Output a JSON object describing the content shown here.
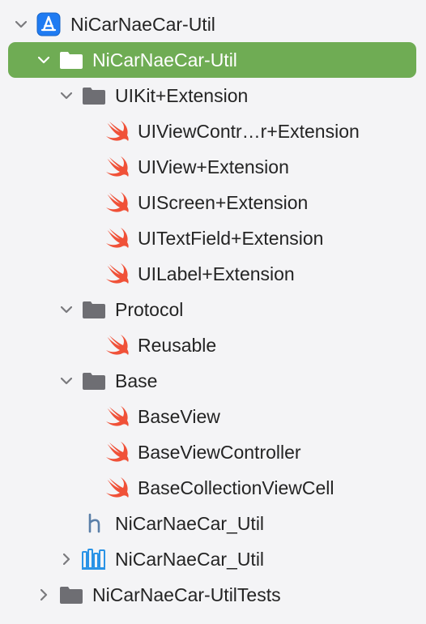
{
  "accent_color": "#6fac54",
  "tree": [
    {
      "label": "NiCarNaeCar-Util",
      "icon": "xcode-project-icon",
      "disclosure": "chevron-down-icon"
    },
    {
      "label": "NiCarNaeCar-Util",
      "icon": "folder-icon",
      "disclosure": "chevron-down-icon",
      "selected": true
    },
    {
      "label": "UIKit+Extension",
      "icon": "folder-icon",
      "disclosure": "chevron-down-icon"
    },
    {
      "label": "UIViewContr…r+Extension",
      "icon": "swift-file-icon"
    },
    {
      "label": "UIView+Extension",
      "icon": "swift-file-icon"
    },
    {
      "label": "UIScreen+Extension",
      "icon": "swift-file-icon"
    },
    {
      "label": "UITextField+Extension",
      "icon": "swift-file-icon"
    },
    {
      "label": "UILabel+Extension",
      "icon": "swift-file-icon"
    },
    {
      "label": "Protocol",
      "icon": "folder-icon",
      "disclosure": "chevron-down-icon"
    },
    {
      "label": "Reusable",
      "icon": "swift-file-icon"
    },
    {
      "label": "Base",
      "icon": "folder-icon",
      "disclosure": "chevron-down-icon"
    },
    {
      "label": "BaseView",
      "icon": "swift-file-icon"
    },
    {
      "label": "BaseViewController",
      "icon": "swift-file-icon"
    },
    {
      "label": "BaseCollectionViewCell",
      "icon": "swift-file-icon"
    },
    {
      "label": "NiCarNaeCar_Util",
      "icon": "header-file-icon"
    },
    {
      "label": "NiCarNaeCar_Util",
      "icon": "framework-icon",
      "disclosure": "chevron-right-icon"
    },
    {
      "label": "NiCarNaeCar-UtilTests",
      "icon": "folder-icon",
      "disclosure": "chevron-right-icon"
    }
  ]
}
